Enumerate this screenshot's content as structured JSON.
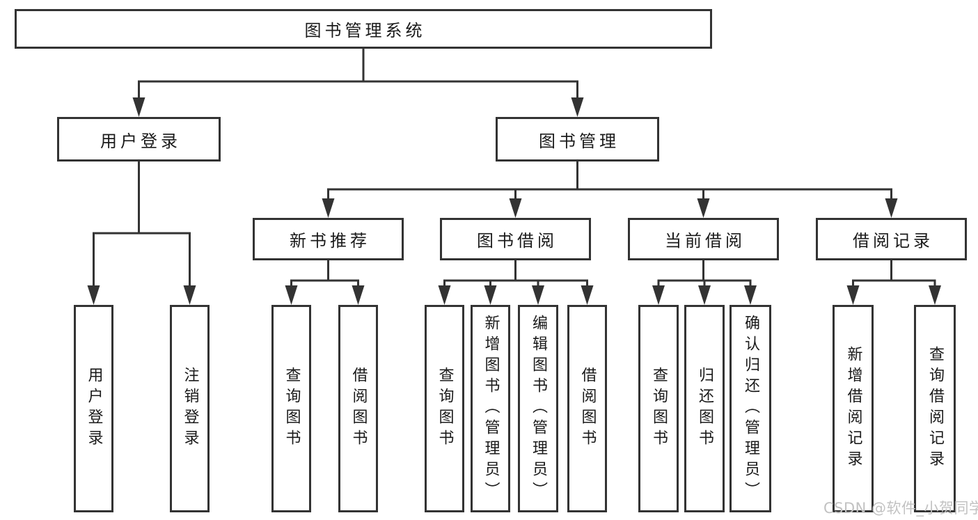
{
  "diagram": {
    "root": {
      "label": "图书管理系统"
    },
    "level2": [
      {
        "label": "用户登录"
      },
      {
        "label": "图书管理"
      }
    ],
    "level3": [
      {
        "label": "新书推荐"
      },
      {
        "label": "图书借阅"
      },
      {
        "label": "当前借阅"
      },
      {
        "label": "借阅记录"
      }
    ],
    "leaves": {
      "user_login": [
        {
          "label": "用户登录"
        },
        {
          "label": "注销登录"
        }
      ],
      "new_book_recommend": [
        {
          "label": "查询图书"
        },
        {
          "label": "借阅图书"
        }
      ],
      "book_borrow": [
        {
          "label": "查询图书"
        },
        {
          "label": "新增图书（管理员）"
        },
        {
          "label": "编辑图书（管理员）"
        },
        {
          "label": "借阅图书"
        }
      ],
      "current_borrow": [
        {
          "label": "查询图书"
        },
        {
          "label": "归还图书"
        },
        {
          "label": "确认归还（管理员）"
        }
      ],
      "borrow_records": [
        {
          "label": "新增借阅记录"
        },
        {
          "label": "查询借阅记录"
        }
      ]
    }
  },
  "watermark": {
    "text": "CSDN @软件_小贺同学"
  },
  "colors": {
    "line": "#333333",
    "box_border": "#333333",
    "text": "#1a1a1a",
    "background": "#ffffff",
    "watermark": "#c2c2c2"
  }
}
